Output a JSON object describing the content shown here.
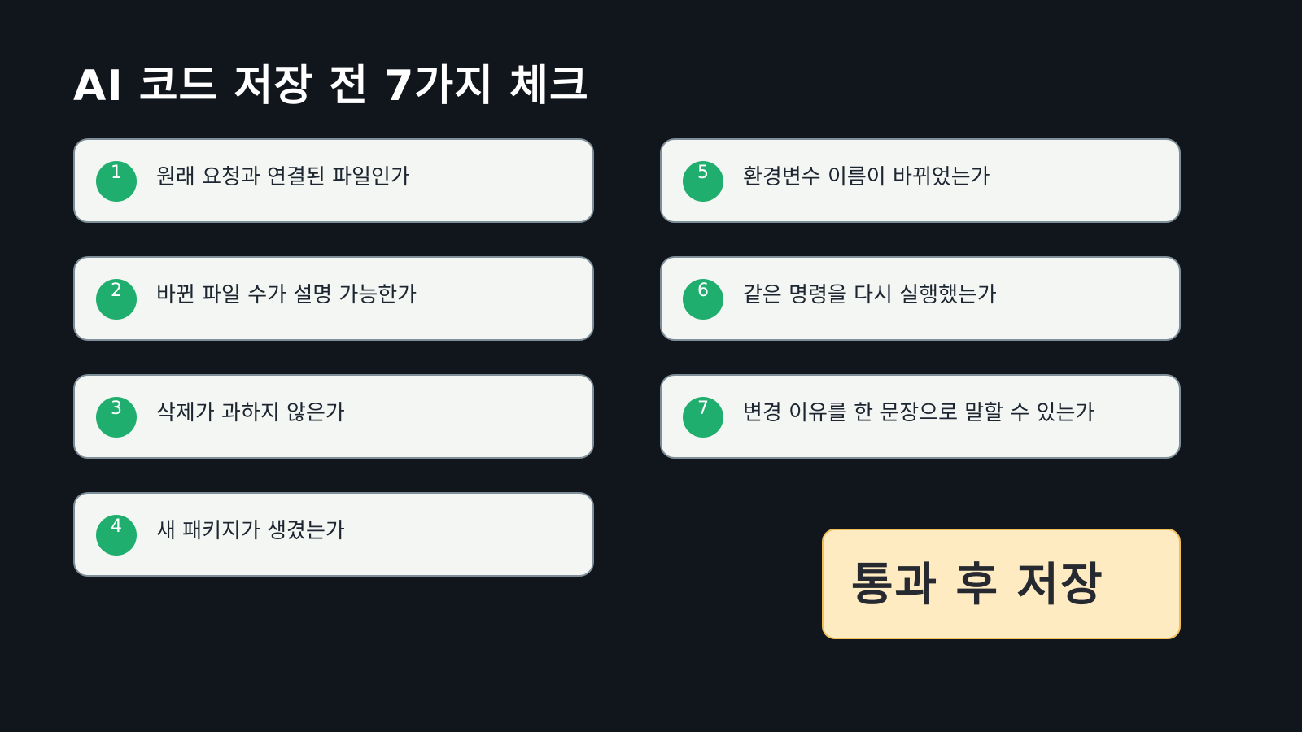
{
  "title": "AI 코드 저장 전 7가지 체크",
  "checklist": [
    {
      "number": "1",
      "text": "원래 요청과 연결된 파일인가"
    },
    {
      "number": "2",
      "text": "바뀐 파일 수가 설명 가능한가"
    },
    {
      "number": "3",
      "text": "삭제가 과하지 않은가"
    },
    {
      "number": "4",
      "text": "새 패키지가 생겼는가"
    },
    {
      "number": "5",
      "text": "환경변수 이름이 바뀌었는가"
    },
    {
      "number": "6",
      "text": "같은 명령을 다시 실행했는가"
    },
    {
      "number": "7",
      "text": "변경 이유를 한 문장으로 말할 수 있는가"
    }
  ],
  "cta": {
    "label": "통과 후 저장"
  },
  "colors": {
    "background": "#11151c",
    "card": "#f3f6f2",
    "badge": "#1fae6e",
    "cta_fill": "#ffebc2",
    "cta_border": "#f1c05b"
  }
}
